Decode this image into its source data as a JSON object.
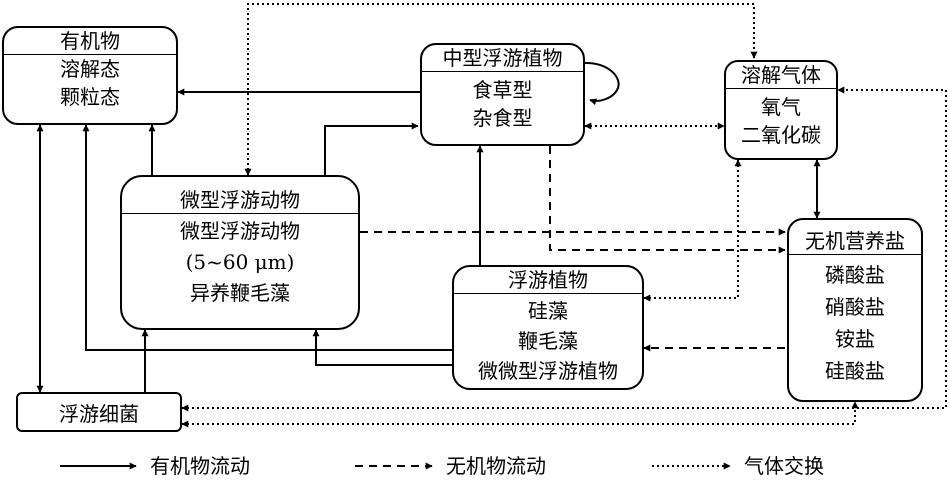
{
  "nodes": {
    "organic": {
      "title": "有机物",
      "lines": [
        "溶解态",
        "颗粒态"
      ]
    },
    "meso": {
      "title": "中型浮游植物",
      "lines": [
        "食草型",
        "杂食型"
      ]
    },
    "gas": {
      "title": "溶解气体",
      "lines": [
        "氧气",
        "二氧化碳"
      ]
    },
    "micro": {
      "title": "微型浮游动物",
      "lines": [
        "微型浮游动物",
        "(5~60 μm)",
        "异养鞭毛藻"
      ]
    },
    "nutrients": {
      "title": "无机营养盐",
      "lines": [
        "磷酸盐",
        "硝酸盐",
        "铵盐",
        "硅酸盐"
      ]
    },
    "phyto": {
      "title": "浮游植物",
      "lines": [
        "硅藻",
        "鞭毛藻",
        "微微型浮游植物"
      ]
    },
    "bacteria": {
      "title": "浮游细菌",
      "lines": []
    }
  },
  "legend": {
    "organic_flow": "有机物流动",
    "inorganic_flow": "无机物流动",
    "gas_exchange": "气体交换"
  }
}
